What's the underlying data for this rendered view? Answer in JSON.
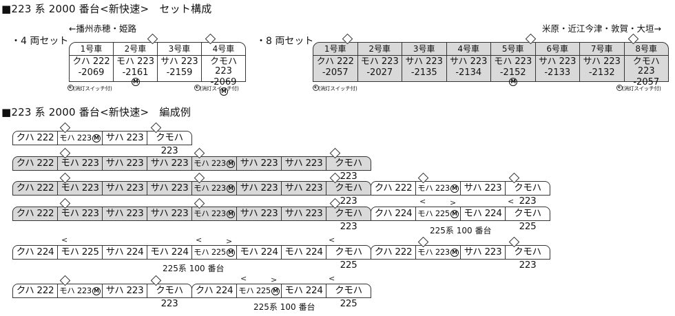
{
  "headings": {
    "sets": "■223 系 2000 番台<新快速>　セット構成",
    "formations": "■223 系 2000 番台<新快速>　編成例"
  },
  "set4": {
    "label": "・4 両セット",
    "direction_left": "←播州赤穂・姫路",
    "cars": [
      {
        "num": "1号車",
        "line1": "クハ 222",
        "line2": "-2069",
        "motor": false,
        "pantograph": false
      },
      {
        "num": "2号車",
        "line1": "モハ 223",
        "line2": "-2161",
        "motor": true,
        "pantograph": true
      },
      {
        "num": "3号車",
        "line1": "サハ 223",
        "line2": "-2159",
        "motor": false,
        "pantograph": false
      },
      {
        "num": "4号車",
        "line1": "クモハ 223",
        "line2": "-2069",
        "motor": true,
        "pantograph": true
      }
    ],
    "note_left": "(消灯スイッチ付)",
    "note_right": "(消灯スイッチ付)"
  },
  "set8": {
    "label": "・8 両セット",
    "direction_right": "米原・近江今津・敦賀・大垣→",
    "cars": [
      {
        "num": "1号車",
        "line1": "クハ 222",
        "line2": "-2057",
        "motor": false,
        "pantograph": true
      },
      {
        "num": "2号車",
        "line1": "モハ 223",
        "line2": "-2027",
        "motor": false,
        "pantograph": false
      },
      {
        "num": "3号車",
        "line1": "サハ 223",
        "line2": "-2135",
        "motor": false,
        "pantograph": false
      },
      {
        "num": "4号車",
        "line1": "サハ 223",
        "line2": "-2134",
        "motor": false,
        "pantograph": false
      },
      {
        "num": "5号車",
        "line1": "モハ 223",
        "line2": "-2152",
        "motor": true,
        "pantograph": true
      },
      {
        "num": "6号車",
        "line1": "サハ 223",
        "line2": "-2133",
        "motor": false,
        "pantograph": false
      },
      {
        "num": "7号車",
        "line1": "サハ 223",
        "line2": "-2132",
        "motor": false,
        "pantograph": false
      },
      {
        "num": "8号車",
        "line1": "クモハ 223",
        "line2": "-2057",
        "motor": false,
        "pantograph": true
      }
    ],
    "note_left": "(消灯スイッチ付)",
    "note_right": "(消灯スイッチ付)"
  },
  "motor_symbol": "M",
  "sub_label_225": "225系 100 番台",
  "formations": [
    [
      {
        "name": "クハ 222",
        "grey": false
      },
      {
        "name": "モハ 223",
        "grey": false,
        "motor": true,
        "pant": "diamond"
      },
      {
        "name": "サハ 223",
        "grey": false
      },
      {
        "name": "クモハ 223",
        "grey": false,
        "pant": "diamond"
      }
    ],
    [
      {
        "name": "クハ 222",
        "grey": true
      },
      {
        "name": "モハ 223",
        "grey": true,
        "pant": "diamond"
      },
      {
        "name": "サハ 223",
        "grey": true
      },
      {
        "name": "サハ 223",
        "grey": true
      },
      {
        "name": "モハ 223",
        "grey": true,
        "motor": true,
        "pant": "diamond"
      },
      {
        "name": "サハ 223",
        "grey": true
      },
      {
        "name": "サハ 223",
        "grey": true
      },
      {
        "name": "クモハ 223",
        "grey": true,
        "pant": "diamond"
      }
    ],
    [
      {
        "name": "クハ 222",
        "grey": true
      },
      {
        "name": "モハ 223",
        "grey": true,
        "pant": "diamond"
      },
      {
        "name": "サハ 223",
        "grey": true
      },
      {
        "name": "サハ 223",
        "grey": true
      },
      {
        "name": "モハ 223",
        "grey": true,
        "motor": true,
        "pant": "diamond"
      },
      {
        "name": "サハ 223",
        "grey": true
      },
      {
        "name": "サハ 223",
        "grey": true
      },
      {
        "name": "クモハ 223",
        "grey": true,
        "pant": "diamond"
      },
      {
        "name": "クハ 222",
        "grey": false
      },
      {
        "name": "モハ 223",
        "grey": false,
        "motor": true,
        "pant": "diamond"
      },
      {
        "name": "サハ 223",
        "grey": false
      },
      {
        "name": "クモハ 223",
        "grey": false,
        "pant": "diamond"
      }
    ],
    [
      {
        "name": "クハ 222",
        "grey": true
      },
      {
        "name": "モハ 223",
        "grey": true,
        "pant": "diamond"
      },
      {
        "name": "サハ 223",
        "grey": true
      },
      {
        "name": "サハ 223",
        "grey": true
      },
      {
        "name": "モハ 223",
        "grey": true,
        "motor": true,
        "pant": "diamond"
      },
      {
        "name": "サハ 223",
        "grey": true
      },
      {
        "name": "サハ 223",
        "grey": true
      },
      {
        "name": "クモハ 223",
        "grey": true,
        "pant": "diamond"
      },
      {
        "name": "クハ 224",
        "grey": false
      },
      {
        "name": "モハ 225",
        "grey": false,
        "motor": true,
        "pant": "single-both"
      },
      {
        "name": "モハ 224",
        "grey": false
      },
      {
        "name": "クモハ 225",
        "grey": false,
        "pant": "single"
      }
    ],
    [
      {
        "name": "クハ 224",
        "grey": false
      },
      {
        "name": "モハ 225",
        "grey": false,
        "pant": "single"
      },
      {
        "name": "サハ 224",
        "grey": false
      },
      {
        "name": "モハ 224",
        "grey": false
      },
      {
        "name": "モハ 225",
        "grey": false,
        "motor": true,
        "pant": "single-both"
      },
      {
        "name": "モハ 224",
        "grey": false
      },
      {
        "name": "モハ 224",
        "grey": false
      },
      {
        "name": "クモハ 225",
        "grey": false,
        "pant": "single"
      },
      {
        "name": "クハ 222",
        "grey": false
      },
      {
        "name": "モハ 223",
        "grey": false,
        "motor": true,
        "pant": "diamond"
      },
      {
        "name": "サハ 223",
        "grey": false
      },
      {
        "name": "クモハ 223",
        "grey": false,
        "pant": "diamond"
      }
    ],
    [
      {
        "name": "クハ 222",
        "grey": false
      },
      {
        "name": "モハ 223",
        "grey": false,
        "motor": true,
        "pant": "diamond"
      },
      {
        "name": "サハ 223",
        "grey": false
      },
      {
        "name": "クモハ 223",
        "grey": false,
        "pant": "diamond"
      },
      {
        "name": "クハ 224",
        "grey": false
      },
      {
        "name": "モハ 225",
        "grey": false,
        "motor": true,
        "pant": "single-both"
      },
      {
        "name": "モハ 224",
        "grey": false
      },
      {
        "name": "クモハ 225",
        "grey": false,
        "pant": "single"
      }
    ]
  ]
}
